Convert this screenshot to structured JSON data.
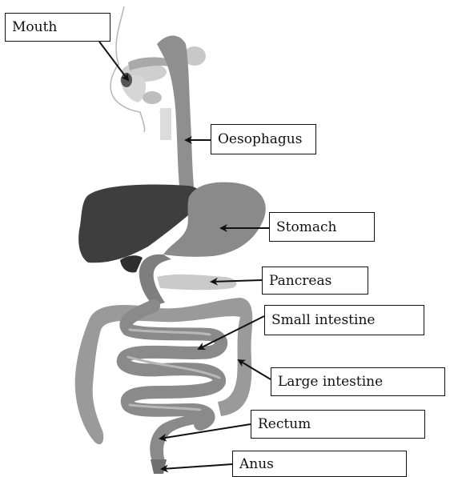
{
  "diagram": {
    "labels": {
      "mouth": "Mouth",
      "oesophagus": "Oesophagus",
      "stomach": "Stomach",
      "pancreas": "Pancreas",
      "small_intestine": "Small intestine",
      "large_intestine": "Large intestine",
      "rectum": "Rectum",
      "anus": "Anus"
    },
    "colors": {
      "organ_gray": "#8c8c8c",
      "organ_dark": "#4a4a4a",
      "liver": "#3c3c3c",
      "label_border": "#111111",
      "arrow": "#111111"
    }
  }
}
